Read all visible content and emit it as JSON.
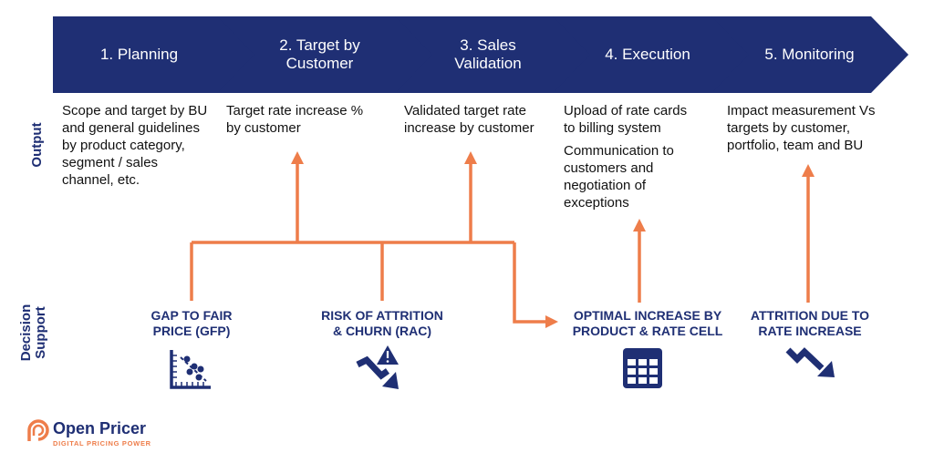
{
  "colors": {
    "navy": "#1f2f74",
    "orange": "#ee7d4a",
    "white": "#ffffff"
  },
  "stages": [
    {
      "label": "1. Planning"
    },
    {
      "label": "2. Target by\nCustomer"
    },
    {
      "label": "3. Sales\nValidation"
    },
    {
      "label": "4. Execution"
    },
    {
      "label": "5. Monitoring"
    }
  ],
  "row_labels": {
    "output": "Output",
    "decision_support": "Decision\nSupport"
  },
  "outputs": [
    {
      "lines": [
        "Scope and target by BU and general guidelines by product category, segment / sales channel, etc."
      ]
    },
    {
      "lines": [
        "Target rate increase % by customer"
      ]
    },
    {
      "lines": [
        "Validated target rate increase by customer"
      ]
    },
    {
      "lines": [
        "Upload of rate cards to billing system",
        "Communication to customers and negotiation of exceptions"
      ]
    },
    {
      "lines": [
        "Impact measurement Vs targets by customer, portfolio, team and BU"
      ]
    }
  ],
  "decision_support": [
    {
      "label": "GAP TO FAIR\nPRICE (GFP)",
      "icon": "scatter-chart-icon"
    },
    {
      "label": "RISK OF ATTRITION\n& CHURN (RAC)",
      "icon": "warning-downtrend-icon"
    },
    {
      "label": "OPTIMAL INCREASE BY\nPRODUCT & RATE CELL",
      "icon": "table-grid-icon"
    },
    {
      "label": "ATTRITION DUE TO\nRATE INCREASE",
      "icon": "downtrend-arrow-icon"
    }
  ],
  "logo": {
    "name": "Open Pricer",
    "tagline": "DIGITAL PRICING POWER",
    "icon": "open-pricer-logo-icon"
  }
}
